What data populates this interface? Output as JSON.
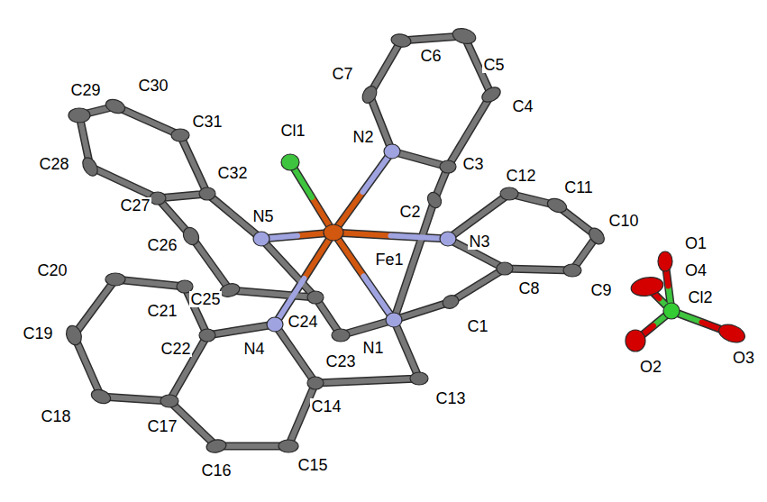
{
  "diagram": {
    "labels": [
      "C7",
      "C6",
      "C5",
      "C4",
      "C29",
      "C30",
      "C31",
      "Cl1",
      "N2",
      "C3",
      "C12",
      "C11",
      "C10",
      "O1",
      "C28",
      "C32",
      "C27",
      "N5",
      "C2",
      "C26",
      "Fe1",
      "N3",
      "O4",
      "C20",
      "C25",
      "C24",
      "C8",
      "C9",
      "C21",
      "C19",
      "C22",
      "N4",
      "N1",
      "C1",
      "Cl2",
      "O2",
      "O3",
      "C23",
      "C13",
      "C14",
      "C18",
      "C17",
      "C16",
      "C15"
    ]
  }
}
